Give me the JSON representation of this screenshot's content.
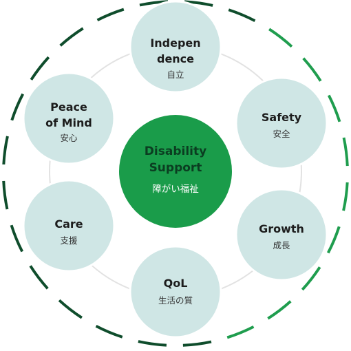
{
  "colors": {
    "center_fill": "#1a9c4a",
    "node_fill": "#cfe6e5",
    "ring_line": "#e2e2e2",
    "dash_dark": "#0f4d2c",
    "dash_light": "#1f9d4e"
  },
  "center": {
    "title_line1": "Disability",
    "title_line2": "Support",
    "subtitle": "障がい福祉"
  },
  "nodes": [
    {
      "id": "independence",
      "title_line1": "Indepen",
      "title_line2": "dence",
      "subtitle": "自立"
    },
    {
      "id": "safety",
      "title_line1": "Safety",
      "title_line2": "",
      "subtitle": "安全"
    },
    {
      "id": "growth",
      "title_line1": "Growth",
      "title_line2": "",
      "subtitle": "成長"
    },
    {
      "id": "qol",
      "title_line1": "QoL",
      "title_line2": "",
      "subtitle": "生活の質"
    },
    {
      "id": "care",
      "title_line1": "Care",
      "title_line2": "",
      "subtitle": "支援"
    },
    {
      "id": "peace-of-mind",
      "title_line1": "Peace",
      "title_line2": "of Mind",
      "subtitle": "安心"
    }
  ]
}
